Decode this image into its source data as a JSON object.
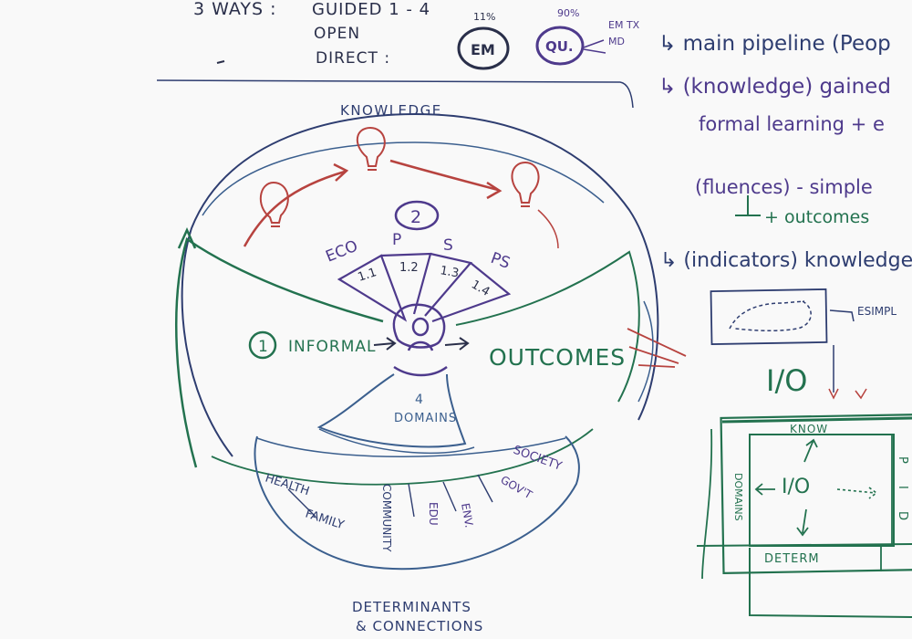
{
  "colors": {
    "background": "#f9f9f9",
    "ink_navy": "#2e3d70",
    "ink_blue": "#3b5f8e",
    "ink_green": "#23724f",
    "ink_red": "#b7433f",
    "ink_purple": "#4e3a8c",
    "ink_dark": "#2a2f4a",
    "ink_grey": "#9aa0ad"
  },
  "top_left": {
    "heading": "3 WAYS :",
    "items": [
      "GUIDED  1 - 4",
      "OPEN",
      "DIRECT :"
    ]
  },
  "top_circles": {
    "em": {
      "label": "EM",
      "superscript": "11%"
    },
    "qu": {
      "label": "QU.",
      "superscript": "90%",
      "side_note_1": "EM TX",
      "side_note_2": "MD"
    }
  },
  "diagram": {
    "knowledge_label": "KNOWLEDGE",
    "number_two": "2",
    "fan_headers": [
      "ECO",
      "P",
      "S",
      "PS"
    ],
    "fan_values": [
      "1.1",
      "1.2",
      "1.3",
      "1.4"
    ],
    "number_one": "1",
    "informal_label": "INFORMAL",
    "outcomes_label": "OUTCOMES",
    "domains_count": "4",
    "domains_label": "DOMAINS",
    "domain_items": [
      "HEALTH",
      "FAMILY",
      "COMMUNITY",
      "EDU",
      "ENV.",
      "GOV'T",
      "SOCIETY"
    ],
    "bottom_label_1": "DETERMINANTS",
    "bottom_label_2": "& CONNECTIONS"
  },
  "notes": {
    "line1": "↳ main pipeline (Peop",
    "line2": "↳ (knowledge) gained",
    "line3": "formal learning + e",
    "line4": "(fluences) - simple",
    "line5": "+ outcomes",
    "line6": "↳ (indicators) knowledge,",
    "simple_label": "ESIMPL",
    "io_large": "I/O"
  },
  "grid": {
    "top_label": "KNOW",
    "left_label": "DOMAINS",
    "center_label": "I/O",
    "bottom_label": "DETERM",
    "right_label": "P I D"
  }
}
